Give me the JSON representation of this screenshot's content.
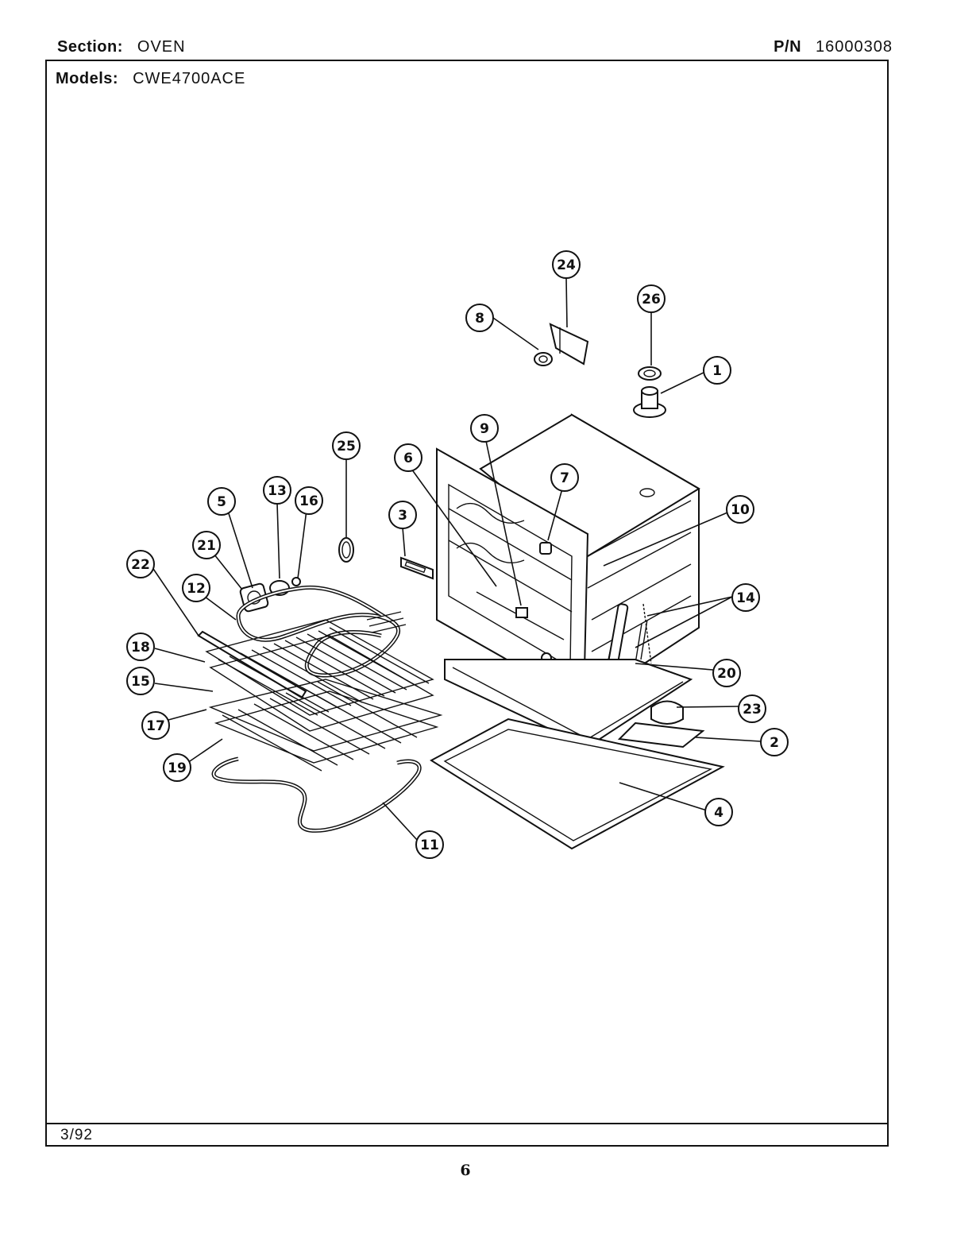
{
  "header": {
    "section_label": "Section:",
    "section_value": "OVEN",
    "pn_label": "P/N",
    "pn_value": "16000308",
    "models_label": "Models:",
    "models_value": "CWE4700ACE"
  },
  "footer": {
    "date": "3/92",
    "page_number": "6"
  },
  "callouts": [
    {
      "label": "1"
    },
    {
      "label": "2"
    },
    {
      "label": "3"
    },
    {
      "label": "4"
    },
    {
      "label": "5"
    },
    {
      "label": "6"
    },
    {
      "label": "7"
    },
    {
      "label": "8"
    },
    {
      "label": "9"
    },
    {
      "label": "10"
    },
    {
      "label": "11"
    },
    {
      "label": "12"
    },
    {
      "label": "13"
    },
    {
      "label": "14"
    },
    {
      "label": "15"
    },
    {
      "label": "16"
    },
    {
      "label": "17"
    },
    {
      "label": "18"
    },
    {
      "label": "19"
    },
    {
      "label": "20"
    },
    {
      "label": "21"
    },
    {
      "label": "22"
    },
    {
      "label": "23"
    },
    {
      "label": "24"
    },
    {
      "label": "25"
    },
    {
      "label": "26"
    }
  ]
}
